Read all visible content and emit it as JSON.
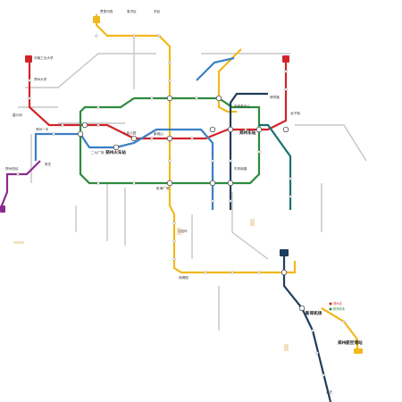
{
  "colors": {
    "line_yellow": "#f2b81c",
    "line_red": "#d2232a",
    "line_green": "#2e8b3e",
    "line_blue": "#3b7fc4",
    "line_navy": "#1f3d5c",
    "line_gray": "#c6c6c6",
    "line_purple": "#8a2c8f",
    "line_teal": "#1f6f73",
    "hub_fill": "#ffffff",
    "hub_stroke": "#333333"
  },
  "stations": {
    "top1": "贾鲁河西",
    "top2": "惠济区",
    "top3": "东赵",
    "northwest1": "河南工业大学",
    "northwest2": "郑州大学",
    "west1": "碧沙岗",
    "west2": "郑州一中",
    "west3": "二七广场",
    "center1": "人民公园",
    "center2": "紫荆山",
    "center3": "郑州东站",
    "center4": "郑州火车站",
    "east1": "博学路",
    "east2": "龙子湖",
    "east3": "市体育中心",
    "east4": "东风南路",
    "south1": "南四环",
    "south2": "航海广场",
    "south3": "绿博园",
    "airport": "新郑机场",
    "airport2": "郑州航空港站",
    "far_south": "孟庄",
    "sw1": "郑州西站",
    "sw2": "常庄"
  },
  "legend": {
    "item1": "郑州站",
    "item2": "新郑机场"
  }
}
